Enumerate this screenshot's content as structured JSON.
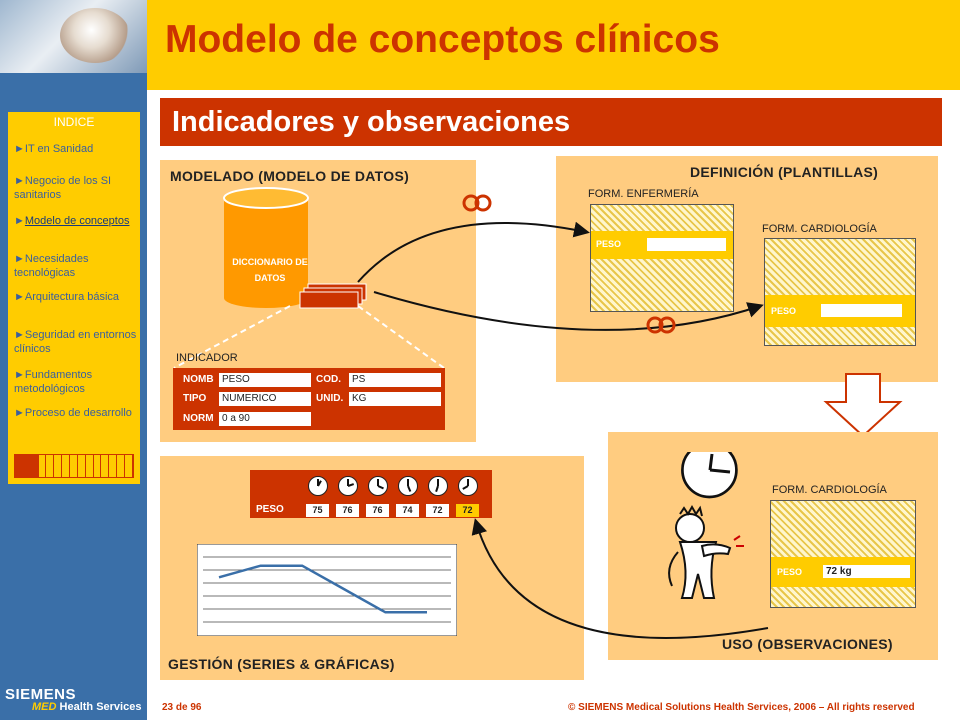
{
  "header": {
    "title": "Modelo de conceptos clínicos",
    "section": "Indicadores y observaciones"
  },
  "index": {
    "title": "INDICE",
    "items": [
      {
        "label": "IT en Sanidad",
        "active": false
      },
      {
        "label": "Negocio de los SI sanitarios",
        "active": false
      },
      {
        "label": "Modelo de conceptos",
        "active": true
      },
      {
        "label": "Necesidades tecnológicas",
        "active": false
      },
      {
        "label": "Arquitectura básica",
        "active": false
      },
      {
        "label": "Seguridad en entornos clínicos",
        "active": false
      },
      {
        "label": "Fundamentos metodológicos",
        "active": false
      },
      {
        "label": "Proceso de desarrollo",
        "active": false
      }
    ],
    "progress": {
      "done": 3,
      "total": 15
    }
  },
  "modelado": {
    "title": "MODELADO (MODELO DE DATOS)",
    "dictionary": "DICCIONARIO DE DATOS",
    "indicator_label": "INDICADOR",
    "indicator": {
      "nomb_label": "NOMB",
      "nomb_value": "PESO",
      "tipo_label": "TIPO",
      "tipo_value": "NUMERICO",
      "norm_label": "NORM",
      "norm_value": "0 a 90",
      "cod_label": "COD.",
      "cod_value": "PS",
      "unid_label": "UNID.",
      "unid_value": "KG"
    }
  },
  "definicion": {
    "title": "DEFINICIÓN (PLANTILLAS)",
    "form1_title": "FORM. ENFERMERÍA",
    "form1_field": "PESO",
    "form2_title": "FORM. CARDIOLOGÍA",
    "form2_field": "PESO"
  },
  "uso": {
    "title": "USO (OBSERVACIONES)",
    "form_title": "FORM. CARDIOLOGÍA",
    "field_label": "PESO",
    "field_value": "72 kg"
  },
  "gestion": {
    "title": "GESTIÓN (SERIES & GRÁFICAS)",
    "series_label": "PESO",
    "series_values": [
      "75",
      "76",
      "76",
      "74",
      "72",
      "72"
    ]
  },
  "chart_data": {
    "type": "line",
    "title": "",
    "xlabel": "",
    "ylabel": "",
    "series": [
      {
        "values": [
          76,
          77,
          77,
          75,
          73,
          73
        ]
      }
    ],
    "grid": true
  },
  "footer": {
    "page": "23 de 96",
    "copyright": "© SIEMENS Medical Solutions Health Services, 2006 – All rights reserved",
    "logo": "SIEMENS",
    "logo_med": "MED",
    "logo_sub": "Health Services"
  },
  "colors": {
    "accent": "#cc3300",
    "yellow": "#ffcc00",
    "panel": "#ffcc80",
    "sidebar": "#3a6fa8"
  }
}
